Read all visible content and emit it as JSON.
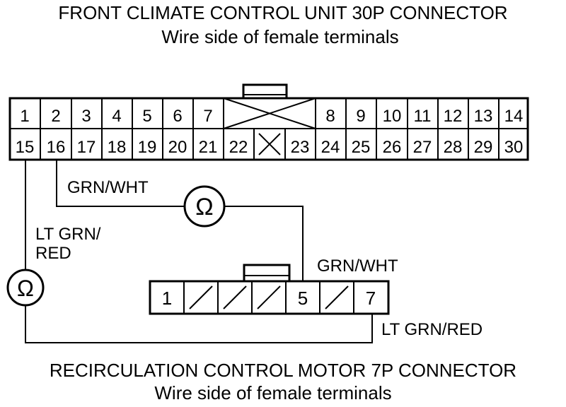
{
  "header": {
    "title": "FRONT CLIMATE CONTROL UNIT 30P CONNECTOR",
    "subtitle": "Wire side of female terminals"
  },
  "footer": {
    "title": "RECIRCULATION CONTROL MOTOR 7P CONNECTOR",
    "subtitle": "Wire side of female terminals"
  },
  "connector_30p": {
    "top_row": [
      "1",
      "2",
      "3",
      "4",
      "5",
      "6",
      "7",
      "8",
      "9",
      "10",
      "11",
      "12",
      "13",
      "14"
    ],
    "bottom_row": [
      "15",
      "16",
      "17",
      "18",
      "19",
      "20",
      "21",
      "22",
      "23",
      "24",
      "25",
      "26",
      "27",
      "28",
      "29",
      "30"
    ]
  },
  "connector_7p": {
    "terminals": [
      "1",
      "5",
      "7"
    ]
  },
  "wires": {
    "grn_wht_upper": "GRN/WHT",
    "grn_wht_lower": "GRN/WHT",
    "lt_grn_line1": "LT GRN/",
    "lt_grn_line2": "RED",
    "lt_grn_red_lower": "LT GRN/RED"
  },
  "meter_symbol": "Ω"
}
